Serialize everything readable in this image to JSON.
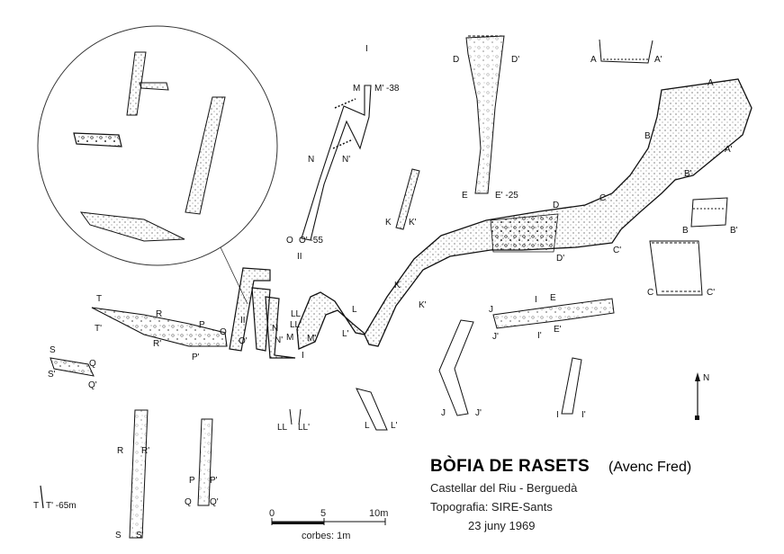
{
  "title": {
    "main": "BÒFIA DE RASETS",
    "sub": "(Avenc Fred)"
  },
  "info": {
    "location": "Castellar del Riu - Berguedà",
    "topography": "Topografia: SIRE-Sants",
    "date": "23 juny 1969"
  },
  "scale": {
    "ticks": [
      "0",
      "5",
      "10m"
    ],
    "caption": "corbes: 1m"
  },
  "north": "N",
  "section_labels": {
    "A": "A",
    "A_p": "A'",
    "B": "B",
    "B_p": "B'",
    "C": "C",
    "C_p": "C'",
    "D": "D",
    "D_p": "D'",
    "E": "E",
    "E_p": "E'",
    "I": "I",
    "I_p": "I'",
    "J": "J",
    "J_p": "J'",
    "K": "K",
    "K_p": "K'",
    "L": "L",
    "L_p": "L'",
    "LL": "LL",
    "LL_p": "LL'",
    "M": "M",
    "M_p": "M'",
    "N": "N",
    "N_p": "N'",
    "O": "O",
    "O_p": "O'",
    "P": "P",
    "P_p": "P'",
    "Q": "Q",
    "Q_p": "Q'",
    "R": "R",
    "R_p": "R'",
    "S": "S",
    "S_p": "S'",
    "T": "T",
    "T_p": "T'",
    "II": "II",
    "I_roman": "I"
  },
  "depths": {
    "M_depth": "M' -38",
    "O_depth": "O' -55",
    "E_depth": "E' -25",
    "T_depth": "T' -65m"
  }
}
